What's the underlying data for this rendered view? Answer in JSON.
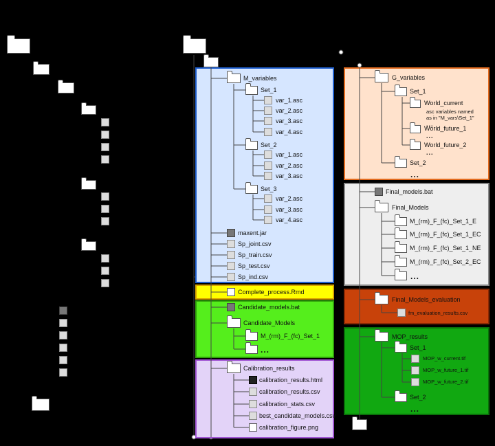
{
  "colors": {
    "m_variables_panel": "#d6e6ff",
    "m_variables_border": "#1f5fcf",
    "complete_process_panel": "#ffff00",
    "candidate_panel": "#55ee1c",
    "calibration_panel": "#e3d3f8",
    "calibration_border": "#a155d4",
    "g_variables_panel": "#ffe2cc",
    "g_variables_border": "#e36b1e",
    "final_models_panel": "#eeeeee",
    "evaluation_panel": "#c8420a",
    "mop_panel": "#11a811"
  },
  "left_tree": {
    "m_variables": "M_variables",
    "set_1": "Set_1",
    "set_1_files": [
      "var_1.asc",
      "var_2.asc",
      "var_3.asc",
      "var_4.asc"
    ],
    "set_2": "Set_2",
    "set_2_files": [
      "var_1.asc",
      "var_2.asc",
      "var_3.asc"
    ],
    "set_3": "Set_3",
    "set_3_files": [
      "var_2.asc",
      "var_3.asc",
      "var_4.asc"
    ],
    "root_files": [
      "maxent.jar",
      "Sp_joint.csv",
      "Sp_train.csv",
      "Sp_test.csv",
      "Sp_ind.csv"
    ],
    "complete_process": "Complete_process.Rmd",
    "candidate_bat": "Candidate_models.bat",
    "candidate_models": "Candidate_Models",
    "candidate_model_item": "M_(rm)_F_(fc)_Set_1",
    "candidate_more": "...",
    "calibration_results": "Calibration_results",
    "calibration_files": [
      "calibration_results.html",
      "calibration_results.csv",
      "calibration_stats.csv",
      "best_candidate_models.csv",
      "calibration_figure.png"
    ]
  },
  "right_tree": {
    "g_variables": "G_variables",
    "set_1": "Set_1",
    "world_current": "World_current",
    "world_current_note_1": "asc variables named",
    "world_current_note_2": "as in \"M_vars\\Set_1\"",
    "world_current_more": "...",
    "world_future_1": "World_future_1",
    "world_future_1_more": "...",
    "world_future_2": "World_future_2",
    "world_future_2_more": "...",
    "set_2": "Set_2",
    "set_2_more": "...",
    "final_models_bat": "Final_models.bat",
    "final_models": "Final_Models",
    "final_model_items": [
      "M_(rm)_F_(fc)_Set_1_E",
      "M_(rm)_F_(fc)_Set_1_EC",
      "M_(rm)_F_(fc)_Set_1_NE",
      "M_(rm)_F_(fc)_Set_2_EC"
    ],
    "final_models_more": "...",
    "final_models_evaluation": "Final_Models_evaluation",
    "evaluation_file": "fm_evaluation_results.csv",
    "mop_results": "MOP_results",
    "mop_set_1": "Set_1",
    "mop_files": [
      "MOP_w_current.tif",
      "MOP_w_future_1.tif",
      "MOP_w_future_2.tif"
    ],
    "mop_set_2": "Set_2",
    "mop_more": "..."
  }
}
